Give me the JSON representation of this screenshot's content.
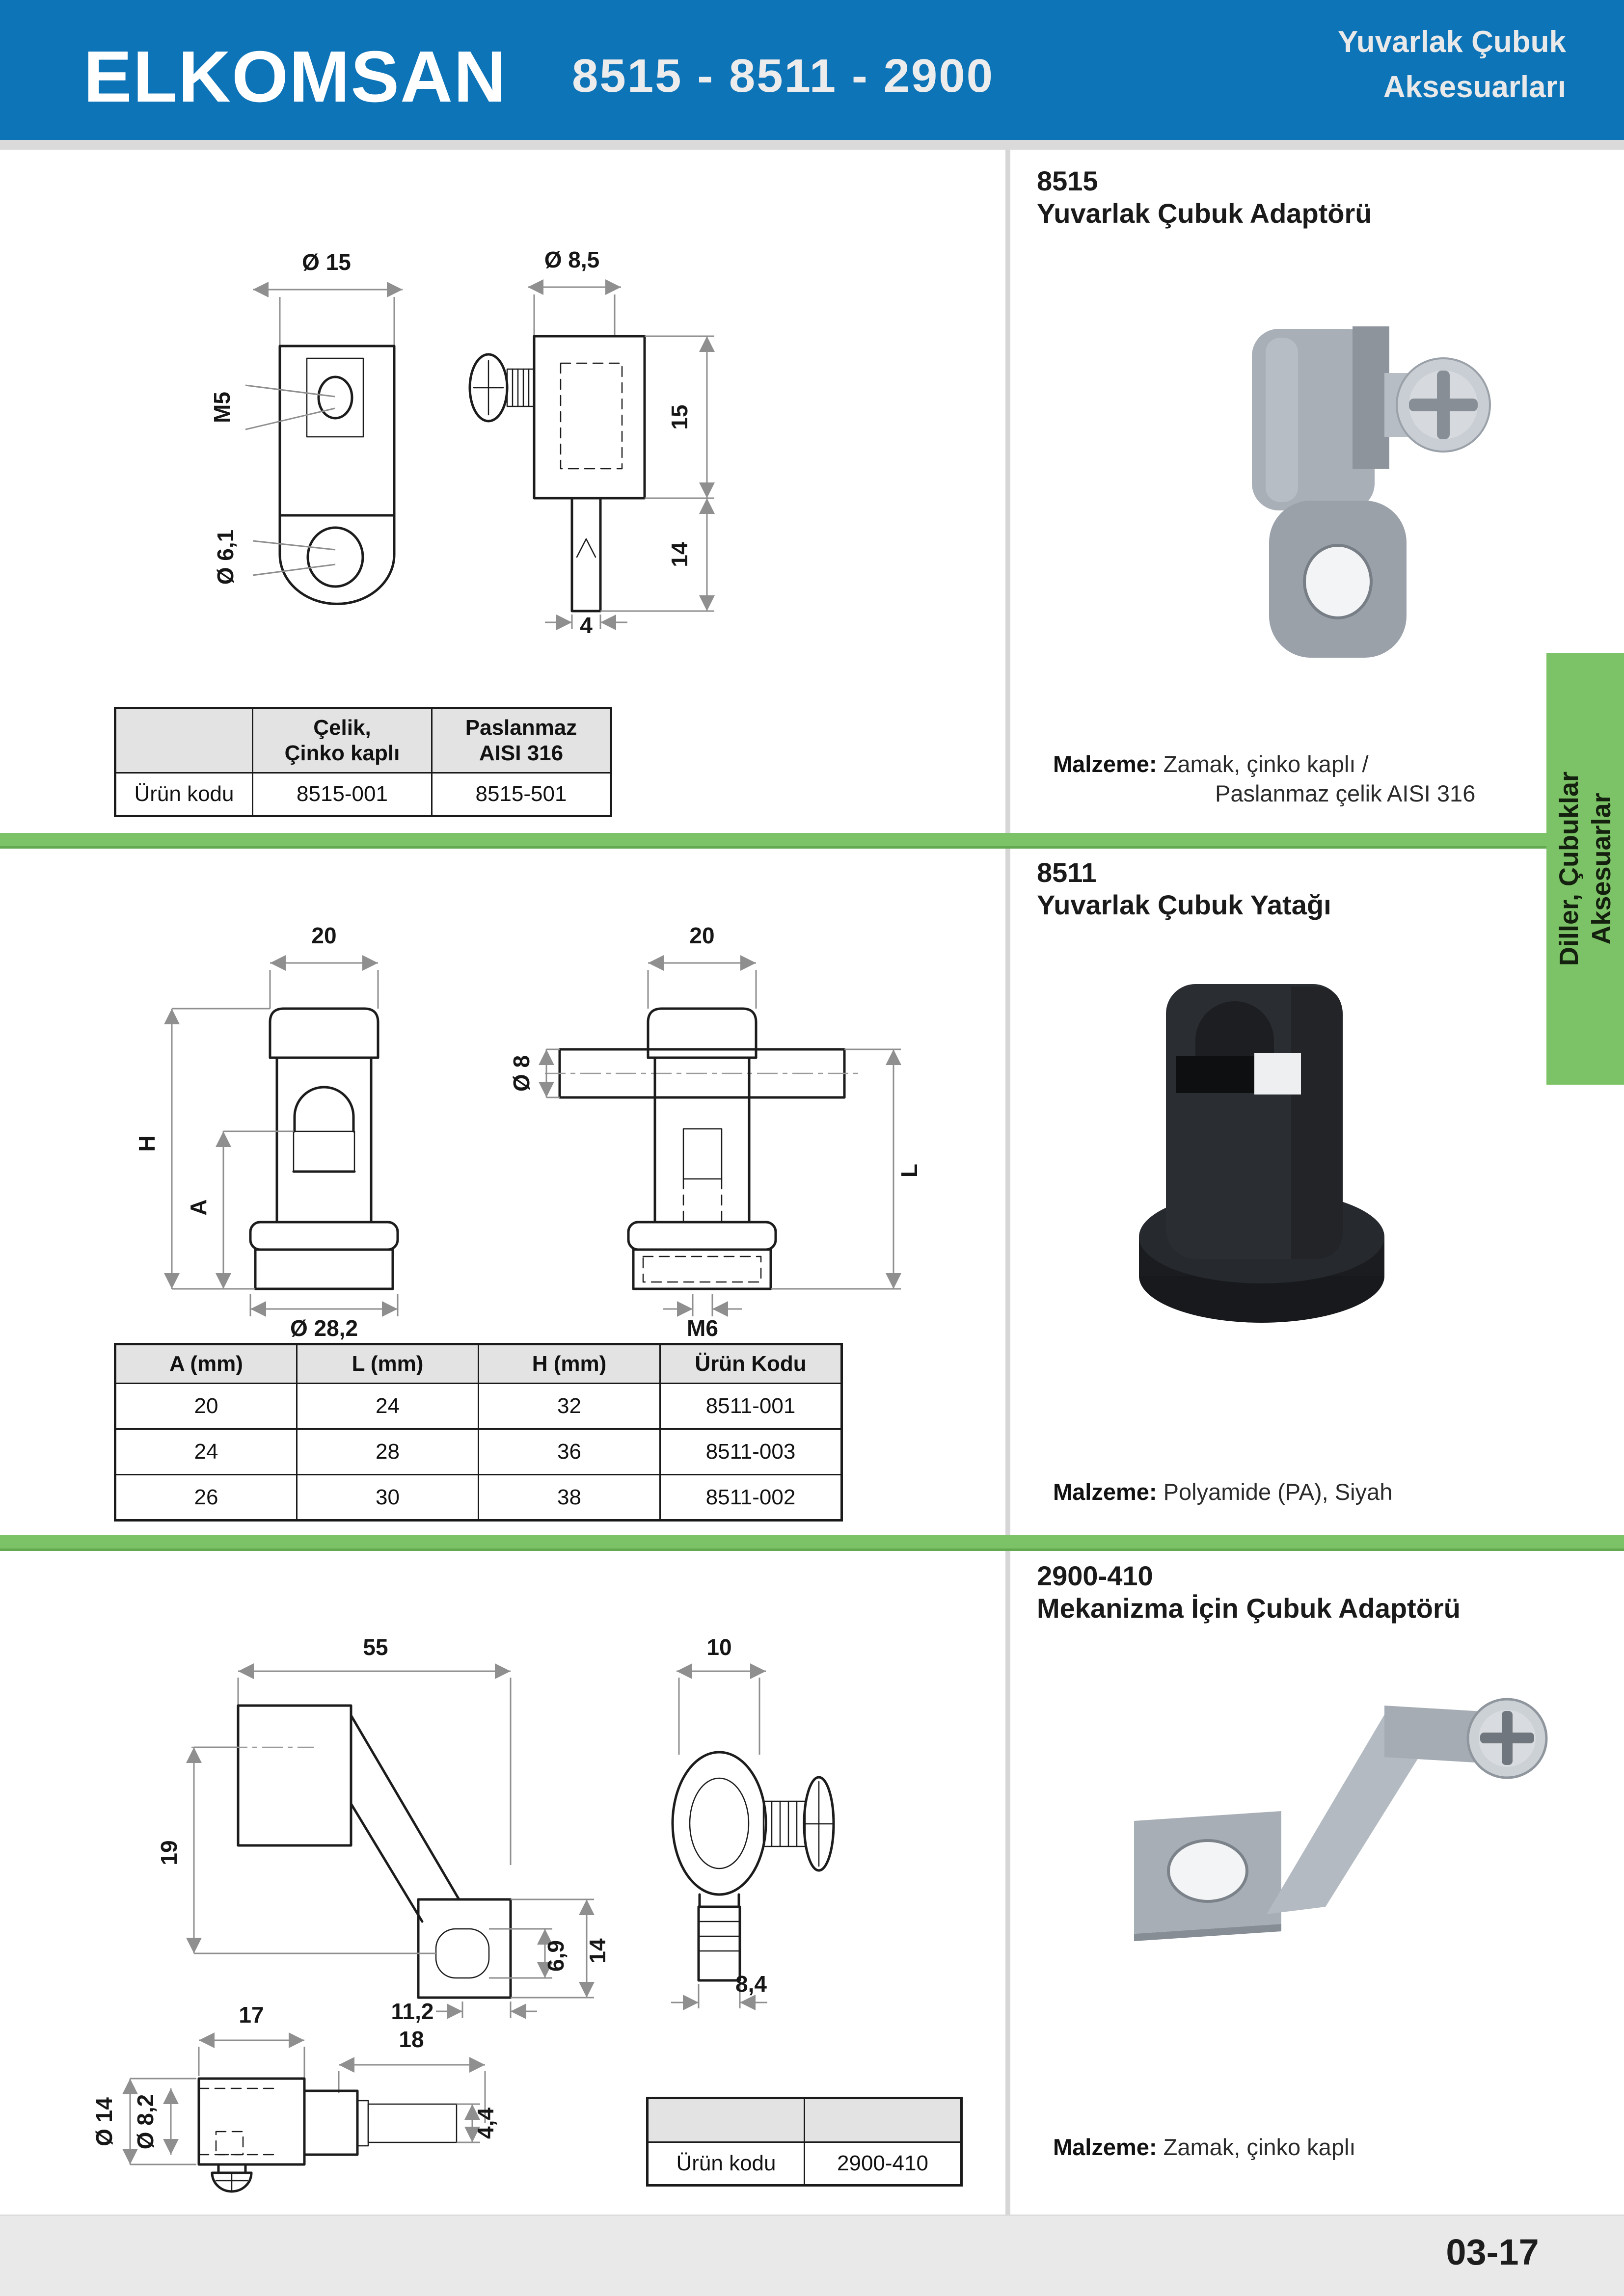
{
  "header": {
    "brand": "ELKOMSAN",
    "codes": "8515 - 8511 - 2900",
    "category_line1": "Yuvarlak Çubuk",
    "category_line2": "Aksesuarları"
  },
  "sidebar_tab": {
    "line1": "Diller, Çubuklar",
    "line2": "Aksesuarlar"
  },
  "footer": {
    "page_number": "03-17"
  },
  "colors": {
    "header_blue": "#0e74b8",
    "accent_green": "#7cc266",
    "table_header_gray": "#e3e3e3"
  },
  "sections": [
    {
      "code": "8515",
      "title": "Yuvarlak Çubuk Adaptörü",
      "malzeme_label": "Malzeme:",
      "malzeme_line1": "Zamak, çinko kaplı /",
      "malzeme_line2": "Paslanmaz çelik AISI 316",
      "table": {
        "col1_header_line1": "Çelik,",
        "col1_header_line2": "Çinko kaplı",
        "col2_header_line1": "Paslanmaz",
        "col2_header_line2": "AISI 316",
        "row_label": "Ürün kodu",
        "val1": "8515-001",
        "val2": "8515-501"
      },
      "dims": {
        "dia15": "Ø 15",
        "m5": "M5",
        "dia61": "Ø 6,1",
        "dia85": "Ø 8,5",
        "len15": "15",
        "len14": "14",
        "len4": "4"
      }
    },
    {
      "code": "8511",
      "title": "Yuvarlak Çubuk Yatağı",
      "malzeme_label": "Malzeme:",
      "malzeme_line1": "Polyamide (PA), Siyah",
      "table": {
        "headers": [
          "A (mm)",
          "L (mm)",
          "H (mm)",
          "Ürün Kodu"
        ],
        "rows": [
          [
            "20",
            "24",
            "32",
            "8511-001"
          ],
          [
            "24",
            "28",
            "36",
            "8511-003"
          ],
          [
            "26",
            "30",
            "38",
            "8511-002"
          ]
        ]
      },
      "dims": {
        "w20a": "20",
        "w20b": "20",
        "h": "H",
        "a": "A",
        "dia282": "Ø 28,2",
        "dia8": "Ø 8",
        "l": "L",
        "m6": "M6"
      }
    },
    {
      "code": "2900-410",
      "title": "Mekanizma İçin Çubuk Adaptörü",
      "malzeme_label": "Malzeme:",
      "malzeme_line1": "Zamak, çinko kaplı",
      "table": {
        "row_label": "Ürün kodu",
        "val1": "2900-410"
      },
      "dims": {
        "len55": "55",
        "len10": "10",
        "len19": "19",
        "len69": "6,9",
        "len14": "14",
        "len112": "11,2",
        "len84": "8,4",
        "len17": "17",
        "len18": "18",
        "dia14": "Ø 14",
        "dia82": "Ø 8,2",
        "len44": "4,4"
      }
    }
  ]
}
